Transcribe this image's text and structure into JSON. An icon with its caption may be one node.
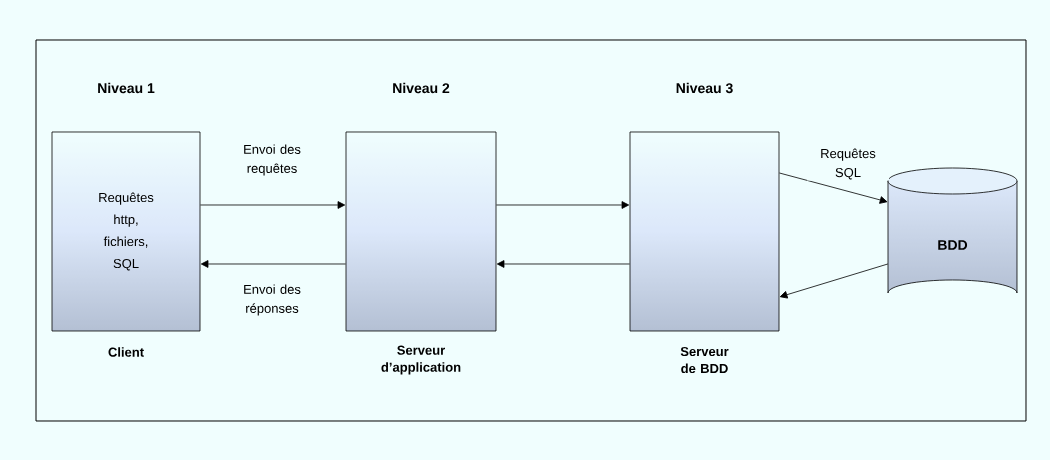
{
  "diagram": {
    "nodes": [
      {
        "text": [],
        "shape": "box"
      },
      {
        "text": [
          "Niveau 1",
          "Requêtes http, fichiers, SQL"
        ],
        "beside": [
          "Client"
        ],
        "in": 0
      },
      {
        "text": [
          "Niveau 2"
        ],
        "beside": [
          "Serveur d’application"
        ],
        "in": 0
      },
      {
        "text": [
          "Niveau 3"
        ],
        "beside": [
          "Serveur de BDD"
        ],
        "in": 0
      },
      {
        "text": [
          "BDD"
        ],
        "in": 0
      }
    ],
    "edges": [
      {
        "from": 1,
        "to": 2,
        "arrow": "to",
        "label": "Envoi des requêtes"
      },
      {
        "from": 2,
        "to": 1,
        "arrow": "to",
        "label": "Envoi des réponses"
      },
      {
        "from": 2,
        "to": 3,
        "arrow": "to"
      },
      {
        "from": 3,
        "to": 2,
        "arrow": "to"
      },
      {
        "from": 3,
        "to": 4,
        "arrow": "to",
        "label": "Requêtes SQL"
      },
      {
        "from": 4,
        "to": 3,
        "arrow": "to"
      }
    ]
  }
}
